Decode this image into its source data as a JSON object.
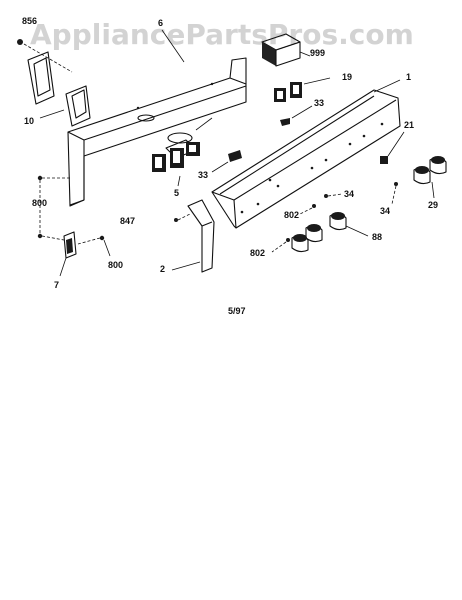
{
  "watermark": "AppliancePartsPros.com",
  "labels": {
    "p856": "856",
    "p6": "6",
    "p999": "999",
    "p19": "19",
    "p1": "1",
    "p33a": "33",
    "p10": "10",
    "p21": "21",
    "p33b": "33",
    "p5": "5",
    "p34a": "34",
    "p800a": "800",
    "p847": "847",
    "p802a": "802",
    "p34b": "34",
    "p29": "29",
    "p88": "88",
    "p802b": "802",
    "p2": "2",
    "p800b": "800",
    "p7": "7"
  },
  "date_code": "5/97"
}
